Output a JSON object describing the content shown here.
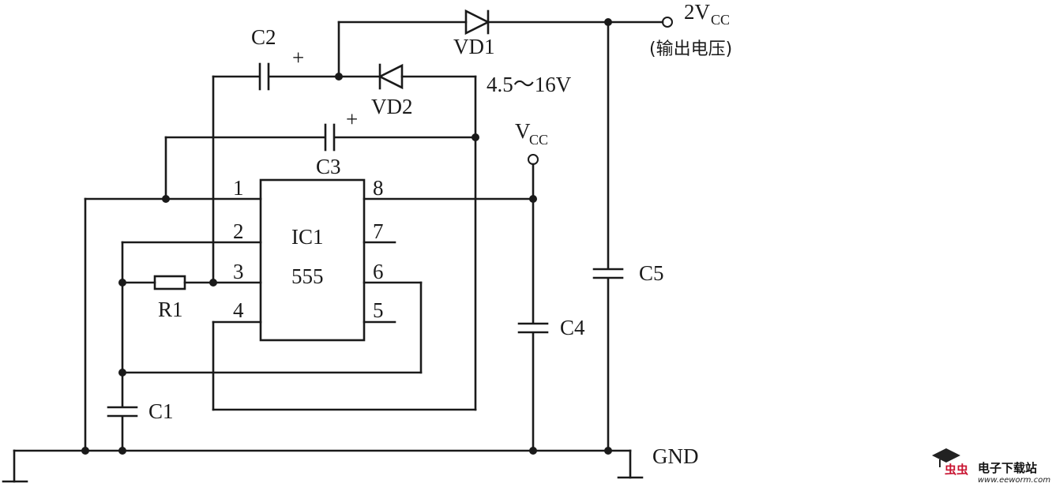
{
  "ic": {
    "ref": "IC1",
    "part": "555",
    "pins": [
      "1",
      "2",
      "3",
      "4",
      "5",
      "6",
      "7",
      "8"
    ]
  },
  "components": {
    "c1": "C1",
    "c2": "C2",
    "c3": "C3",
    "c4": "C4",
    "c5": "C5",
    "r1": "R1",
    "vd1": "VD1",
    "vd2": "VD2"
  },
  "polarity": {
    "plus": "+"
  },
  "nodes": {
    "vcc_main": "V",
    "vcc_sub": "CC",
    "out_main": "2V",
    "out_sub": "CC",
    "out_note": "(输出电压)",
    "range": "4.5～16V",
    "gnd": "GND"
  },
  "watermark": {
    "brand": "虫虫",
    "name": "电子下载站",
    "url": "www.eeworm.com"
  }
}
